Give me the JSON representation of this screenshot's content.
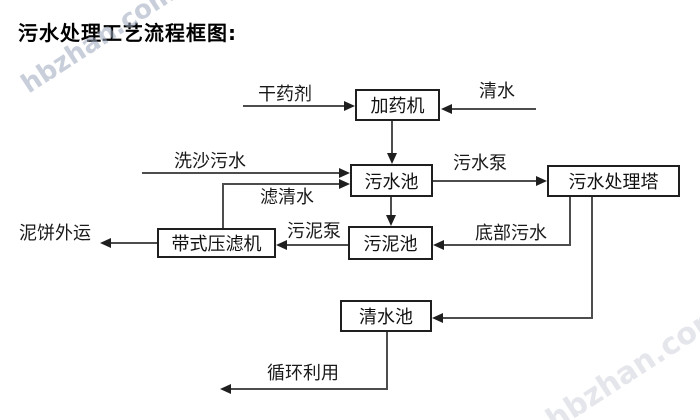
{
  "title": "污水处理工艺流程框图:",
  "watermark": {
    "text": "hbzhan.com"
  },
  "colors": {
    "background": "#ffffff",
    "line": "#4d4d4d",
    "box_border": "#1f1f1f",
    "text": "#111111",
    "watermark_top_left": "#9ba5bc",
    "watermark_bottom_right": "#c4c8d2"
  },
  "nodes": {
    "dosing_machine": "加药机",
    "sewage_pool": "污水池",
    "sewage_treatment_tower": "污水处理塔",
    "sludge_pool": "污泥池",
    "belt_filter_press": "带式压滤机",
    "clean_water_pool": "清水池"
  },
  "flow_labels": {
    "dry_chemical": "干药剂",
    "clean_water": "清水",
    "sand_washing_sewage": "洗沙污水",
    "filtered_water": "滤清水",
    "sewage_pump": "污水泵",
    "bottom_sewage": "底部污水",
    "sludge_pump": "污泥泵",
    "mud_cake_outbound": "泥饼外运",
    "recycling": "循环利用"
  },
  "edges": [
    {
      "from": "dry_chemical",
      "to": "dosing_machine",
      "label": "干药剂"
    },
    {
      "from": "clean_water",
      "to": "dosing_machine",
      "label": "清水"
    },
    {
      "from": "dosing_machine",
      "to": "sewage_pool",
      "label": ""
    },
    {
      "from": "sand_washing_sewage",
      "to": "sewage_pool",
      "label": "洗沙污水"
    },
    {
      "from": "belt_filter_press",
      "to": "sewage_pool",
      "label": "滤清水"
    },
    {
      "from": "sewage_pool",
      "to": "sewage_treatment_tower",
      "label": "污水泵"
    },
    {
      "from": "sewage_pool",
      "to": "sludge_pool",
      "label": ""
    },
    {
      "from": "sewage_treatment_tower",
      "to": "sludge_pool",
      "label": "底部污水"
    },
    {
      "from": "sludge_pool",
      "to": "belt_filter_press",
      "label": "污泥泵"
    },
    {
      "from": "belt_filter_press",
      "to": "mud_cake_outbound",
      "label": "泥饼外运"
    },
    {
      "from": "sewage_treatment_tower",
      "to": "clean_water_pool",
      "label": ""
    },
    {
      "from": "clean_water_pool",
      "to": "recycling",
      "label": "循环利用"
    }
  ]
}
